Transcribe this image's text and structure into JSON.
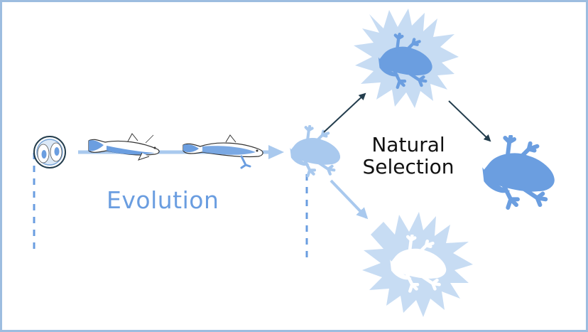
{
  "labels": {
    "evolution": "Evolution",
    "natural_selection_line1": "Natural",
    "natural_selection_line2": "Selection"
  },
  "stages": [
    {
      "name": "cell",
      "icon": "dividing-cell-icon"
    },
    {
      "name": "fish",
      "icon": "fish-icon"
    },
    {
      "name": "tetrapod-fish",
      "icon": "tetrapod-fish-icon"
    },
    {
      "name": "frog-ancestor",
      "icon": "frog-icon"
    },
    {
      "name": "frog-camouflaged-dark",
      "icon": "frog-icon"
    },
    {
      "name": "frog-camouflaged-light",
      "icon": "frog-icon"
    },
    {
      "name": "frog-selected",
      "icon": "frog-icon"
    }
  ],
  "colors": {
    "border": "#9dbde0",
    "evolution_text": "#6a9de0",
    "frog_dark": "#6b9ee0",
    "frog_light": "#a9c9ee",
    "splash": "#c7dcf3",
    "arrow_dark": "#233d4d",
    "line_light": "#a9c9ee"
  }
}
